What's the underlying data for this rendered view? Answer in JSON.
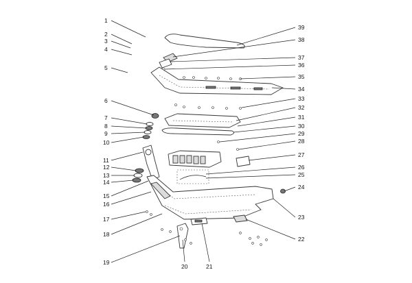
{
  "callouts": {
    "c1": "1",
    "c2": "2",
    "c3": "3",
    "c4": "4",
    "c5": "5",
    "c6": "6",
    "c7": "7",
    "c8": "8",
    "c9": "9",
    "c10": "10",
    "c11": "11",
    "c12": "12",
    "c13": "13",
    "c14": "14",
    "c15": "15",
    "c16": "16",
    "c17": "17",
    "c18": "18",
    "c19": "19",
    "c20": "20",
    "c21": "21",
    "c22": "22",
    "c23": "23",
    "c24": "24",
    "c25": "25",
    "c26": "26",
    "c27": "27",
    "c28": "28",
    "c29": "29",
    "c30": "30",
    "c31": "31",
    "c32": "32",
    "c33": "33",
    "c34": "34",
    "c35": "35",
    "c36": "36",
    "c37": "37",
    "c38": "38",
    "c39": "39"
  },
  "colors": {
    "line": "#333333",
    "background": "#ffffff"
  }
}
